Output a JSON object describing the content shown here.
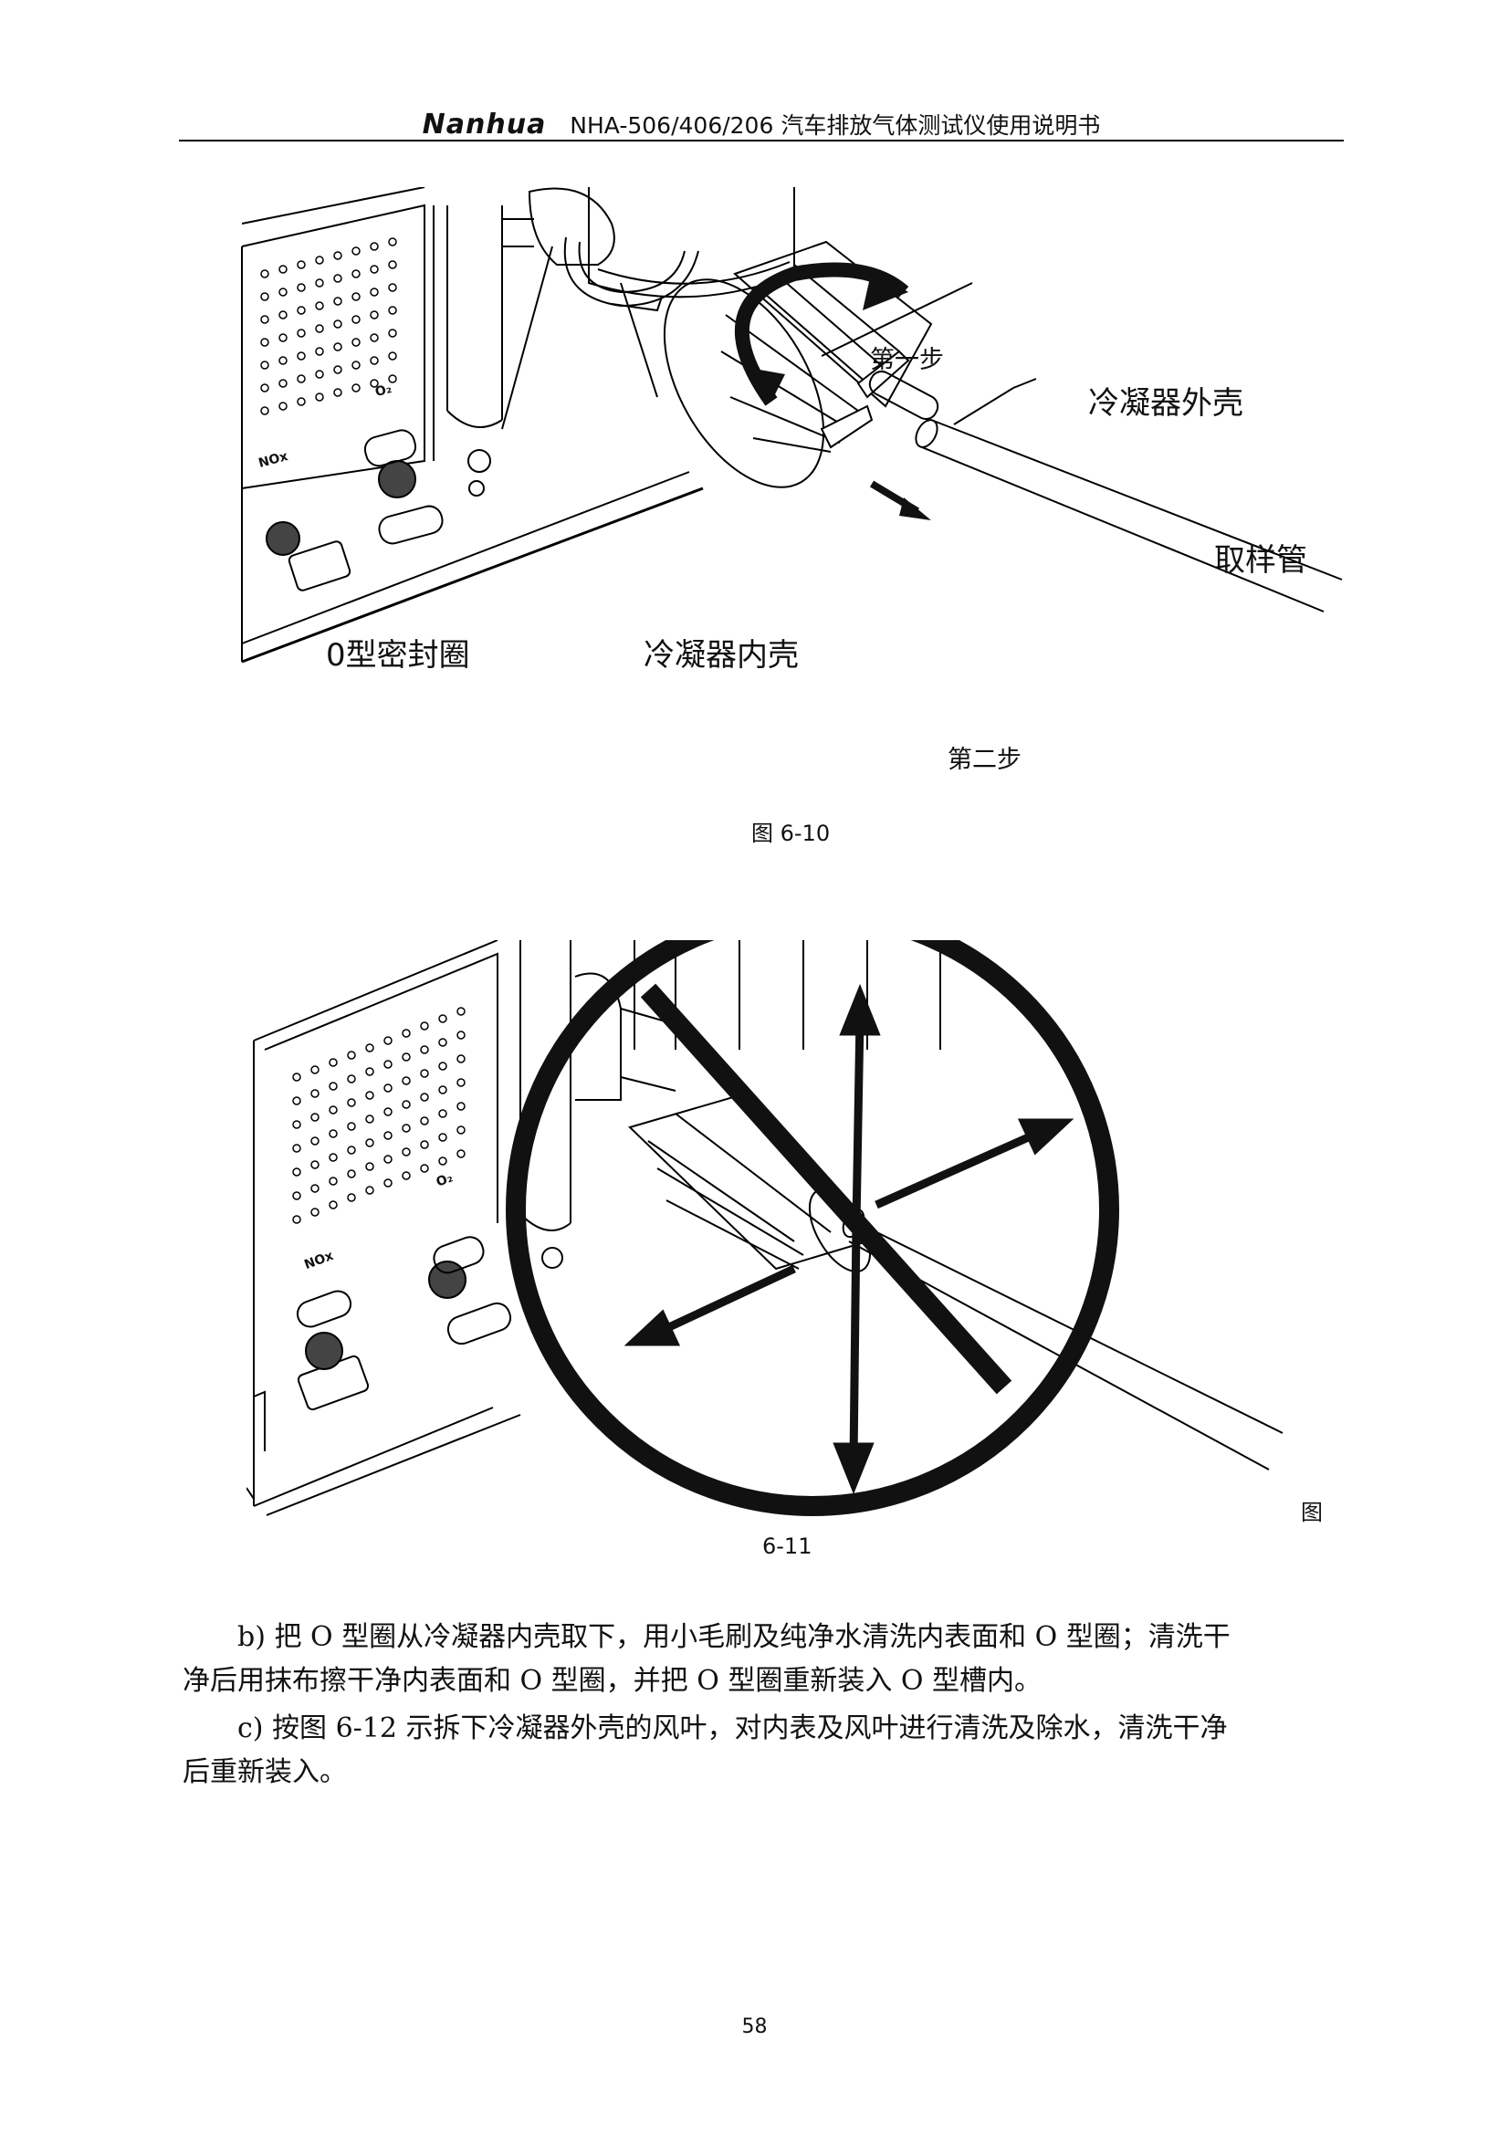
{
  "header": {
    "brand": "Nanhua",
    "title": "NHA-506/406/206 汽车排放气体测试仪使用说明书"
  },
  "figure_10": {
    "step1": "第一步",
    "outer_shell": "冷凝器外壳",
    "sampling_tube": "取样管",
    "o_ring": "0型密封圈",
    "inner_shell": "冷凝器内壳",
    "step2": "第二步",
    "caption": "图 6-10",
    "panel_o2": "O₂",
    "panel_nox": "NOx"
  },
  "figure_11": {
    "caption_a": "图",
    "caption_b": "6-11",
    "panel_o2": "O₂",
    "panel_nox": "NOx"
  },
  "body": {
    "para_b_line1": "b) 把 O 型圈从冷凝器内壳取下，用小毛刷及纯净水清洗内表面和 O 型圈；清洗干",
    "para_b_line2": "净后用抹布擦干净内表面和 O 型圈，并把 O 型圈重新装入 O 型槽内。",
    "para_c_line1": "c) 按图 6-12 示拆下冷凝器外壳的风叶，对内表及风叶进行清洗及除水，清洗干净",
    "para_c_line2": "后重新装入。"
  },
  "footer": {
    "page_number": "58"
  }
}
